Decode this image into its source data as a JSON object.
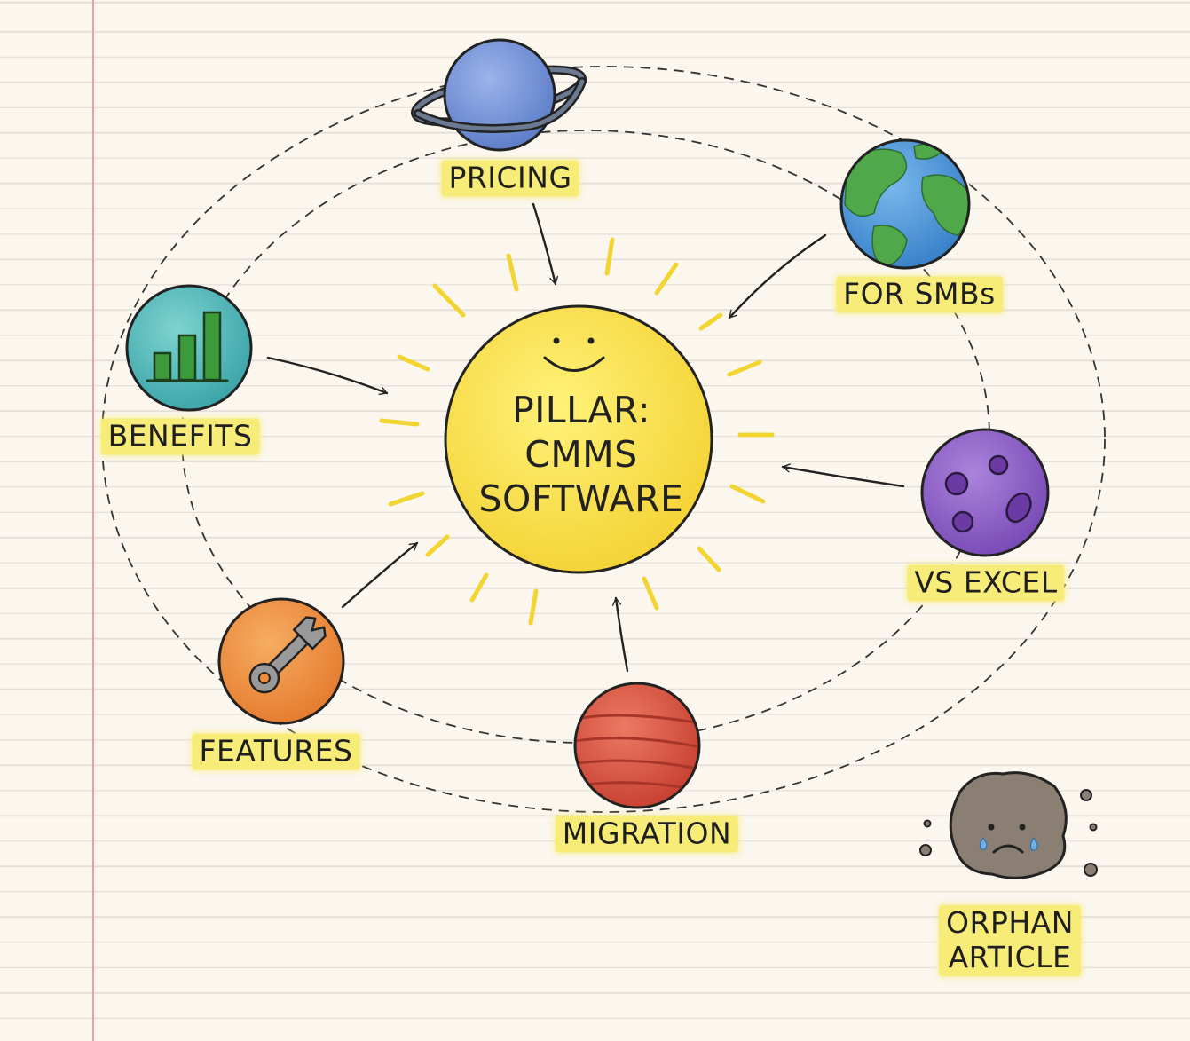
{
  "center": {
    "lines": [
      "PILLAR:",
      "CMMS",
      "SOFTWARE"
    ]
  },
  "planets": {
    "pricing": "PRICING",
    "for_smbs": "FOR SMBs",
    "benefits": "BENEFITS",
    "vs_excel": "VS EXCEL",
    "features": "FEATURES",
    "migration": "MIGRATION"
  },
  "orphan": {
    "line1": "ORPHAN",
    "line2": "ARTICLE"
  },
  "colors": {
    "sun": "#f7dd3f",
    "pricing": "#6f8fd6",
    "for_smbs_ocean": "#4a93d8",
    "for_smbs_land": "#4fa84a",
    "benefits": "#4fb8b8",
    "vs_excel": "#8a5bc4",
    "features": "#ee8c3a",
    "migration": "#d8503c",
    "orphan": "#8a7f72",
    "highlight": "#f8ec79"
  }
}
